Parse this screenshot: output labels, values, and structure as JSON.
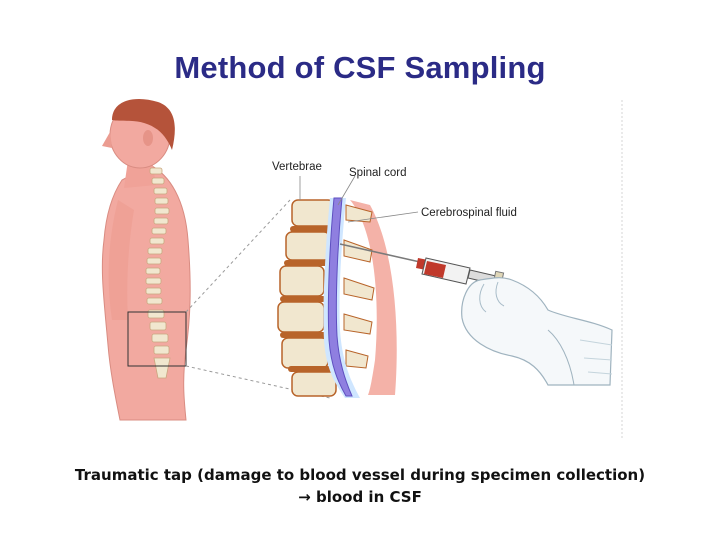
{
  "slide": {
    "title": "Method of CSF Sampling",
    "caption_line1": "Traumatic tap (damage to blood vessel during specimen collection)",
    "caption_arrow": "→",
    "caption_line2": "blood in CSF"
  },
  "diagram": {
    "labels": {
      "vertebrae": "Vertebrae",
      "spinal_cord": "Spinal cord",
      "csf": "Cerebrospinal fluid"
    },
    "colors": {
      "title": "#2b2b86",
      "skin": "#f2a9a0",
      "hair": "#b5533a",
      "vertebra": "#f1e7cf",
      "disc": "#b8642a",
      "spinal_cord": "#8f7fe0",
      "csf": "#cfe6ff"
    }
  }
}
